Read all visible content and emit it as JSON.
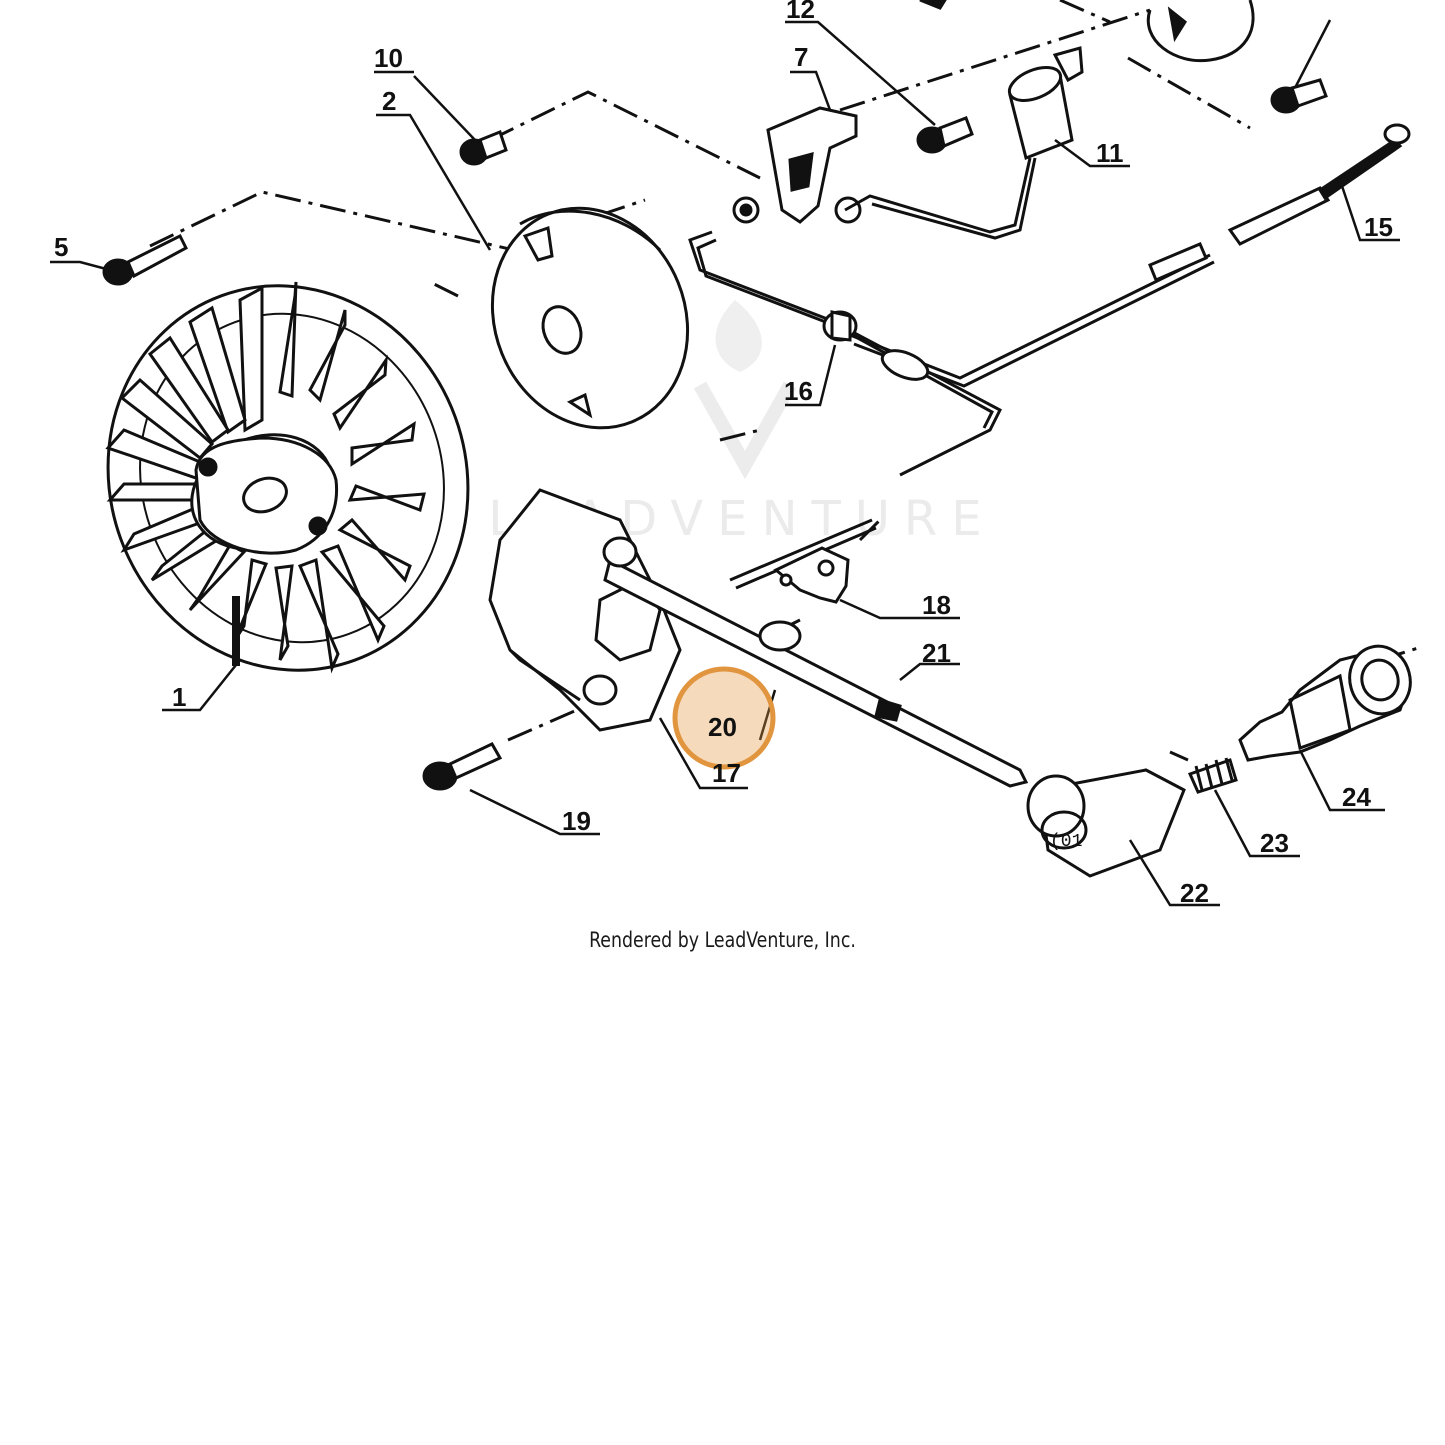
{
  "watermark": {
    "brand": "LEADVENTURE",
    "logo_icon": "leadventure-logo-icon"
  },
  "footer": {
    "caption": "Rendered by LeadVenture, Inc."
  },
  "highlight": {
    "color": "#e2953f",
    "part": "20"
  },
  "callouts": {
    "c1": "1",
    "c2": "2",
    "c5": "5",
    "c7": "7",
    "c10": "10",
    "c11": "11",
    "c12": "12",
    "c15": "15",
    "c16": "16",
    "c17": "17",
    "c18": "18",
    "c19": "19",
    "c20": "20",
    "c21": "21",
    "c22": "22",
    "c23": "23",
    "c24": "24"
  }
}
